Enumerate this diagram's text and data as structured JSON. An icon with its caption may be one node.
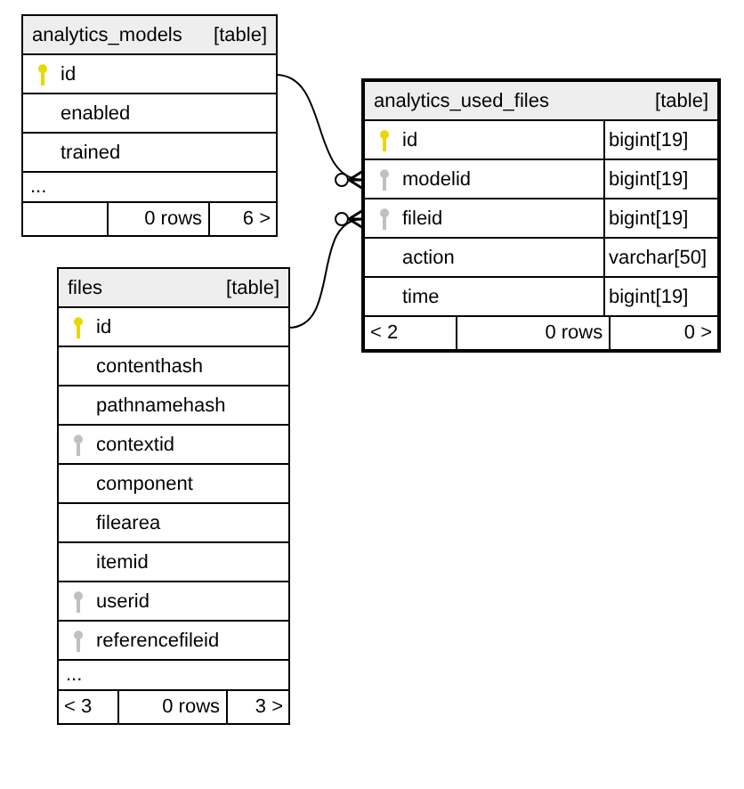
{
  "diagram": {
    "nodes": [
      {
        "text": [
          "analytics_models",
          "[table]"
        ]
      },
      {
        "text": [
          "id"
        ],
        "in": 0
      },
      {
        "text": [
          "enabled"
        ],
        "in": 0
      },
      {
        "text": [
          "trained"
        ],
        "in": 0
      },
      {
        "text": [
          "..."
        ],
        "in": 0
      },
      {
        "text": [
          "0 rows",
          "6 >"
        ],
        "in": 0
      },
      {
        "text": [
          "analytics_used_files",
          "[table]"
        ]
      },
      {
        "text": [
          "id",
          "bigint[19]"
        ],
        "in": 6
      },
      {
        "text": [
          "modelid",
          "bigint[19]"
        ],
        "in": 6
      },
      {
        "text": [
          "fileid",
          "bigint[19]"
        ],
        "in": 6
      },
      {
        "text": [
          "action",
          "varchar[50]"
        ],
        "in": 6
      },
      {
        "text": [
          "time",
          "bigint[19]"
        ],
        "in": 6
      },
      {
        "text": [
          "< 2",
          "0 rows",
          "0 >"
        ],
        "in": 6
      },
      {
        "text": [
          "files",
          "[table]"
        ]
      },
      {
        "text": [
          "id"
        ],
        "in": 13
      },
      {
        "text": [
          "contenthash"
        ],
        "in": 13
      },
      {
        "text": [
          "pathnamehash"
        ],
        "in": 13
      },
      {
        "text": [
          "contextid"
        ],
        "in": 13
      },
      {
        "text": [
          "component"
        ],
        "in": 13
      },
      {
        "text": [
          "filearea"
        ],
        "in": 13
      },
      {
        "text": [
          "itemid"
        ],
        "in": 13
      },
      {
        "text": [
          "userid"
        ],
        "in": 13
      },
      {
        "text": [
          "referencefileid"
        ],
        "in": 13
      },
      {
        "text": [
          "..."
        ],
        "in": 13
      },
      {
        "text": [
          "< 3",
          "0 rows",
          "3 >"
        ],
        "in": 13
      }
    ],
    "edges": [
      {
        "from": 1,
        "to": 8,
        "arrow": "other"
      },
      {
        "from": 14,
        "to": 9,
        "arrow": "other"
      }
    ]
  }
}
